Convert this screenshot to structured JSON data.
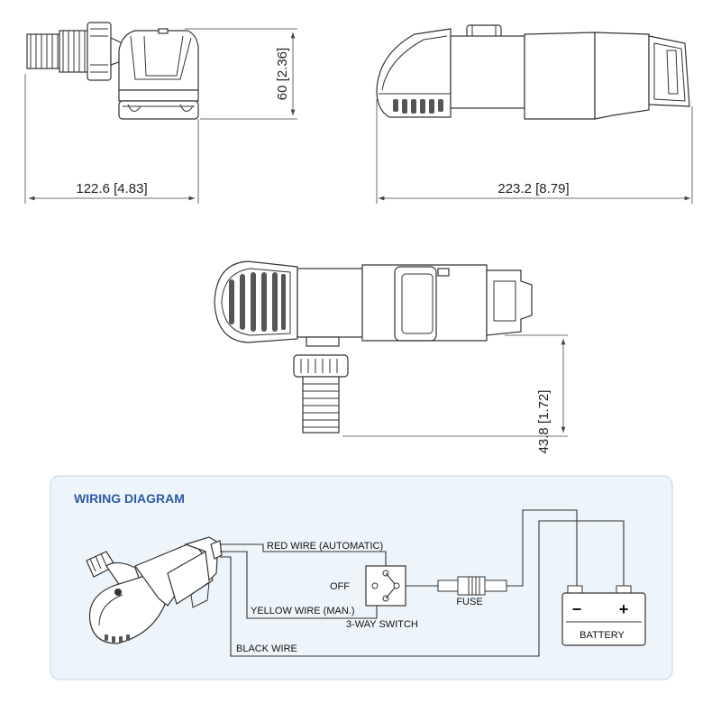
{
  "dimensions": {
    "side_view_width": "122.6 [4.83]",
    "side_view_height": "60 [2.36]",
    "top_view_length": "223.2 [8.79]",
    "bottom_view_height": "43.8 [1.72]"
  },
  "wiring": {
    "title": "WIRING DIAGRAM",
    "red_wire": "RED WIRE (AUTOMATIC)",
    "yellow_wire": "YELLOW WIRE (MAN.)",
    "black_wire": "BLACK WIRE",
    "off_label": "OFF",
    "switch_label": "3-WAY SWITCH",
    "fuse_label": "FUSE",
    "battery_label": "BATTERY",
    "minus_sign": "−",
    "plus_sign": "+"
  },
  "colors": {
    "panel_background": "#eef5fa",
    "panel_border": "#c9dbe9",
    "title_color": "#2d5aa6"
  }
}
